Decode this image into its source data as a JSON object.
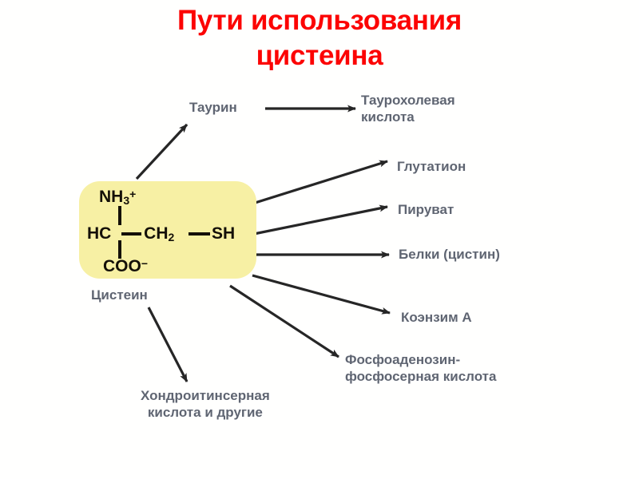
{
  "slide": {
    "background_color": "#ffffff",
    "title": {
      "line1": "Пути использования",
      "line2": "цистеина",
      "color": "#fc0404"
    }
  },
  "diagram": {
    "type": "metabolic-pathway-map",
    "center_node": {
      "name": "cysteine",
      "label": "Цистеин",
      "box_color": "#f7f0a4",
      "label_color": "#5f6572",
      "formula": {
        "amino_group": "NH3+",
        "amino_group_html": "NH<sub>3</sub><sup>+</sup>",
        "backbone_left": "HC",
        "backbone_mid": "CH2",
        "backbone_mid_html": "CH<sub>2</sub>",
        "backbone_right": "SH",
        "carboxyl": "COO−",
        "carboxyl_html": "COO<sup>−</sup>",
        "text_color": "#141008"
      }
    },
    "product_nodes": [
      {
        "id": "taurine",
        "label": "Таурин"
      },
      {
        "id": "taurocholic",
        "label": "Таурохолевая\nкислота"
      },
      {
        "id": "glutathione",
        "label": "Глутатион"
      },
      {
        "id": "pyruvate",
        "label": "Пируват"
      },
      {
        "id": "proteins",
        "label": "Белки (цистин)"
      },
      {
        "id": "coenzyme-a",
        "label": "Коэнзим А"
      },
      {
        "id": "phosphoadenosine",
        "label": "Фосфоаденозин-\nфосфосерная кислота"
      },
      {
        "id": "chondroitin",
        "label": "Хондроитинсерная\nкислота и другие"
      }
    ],
    "arrows": [
      {
        "id": "arrow-cysteine-to-taurine",
        "from": "cysteine",
        "to": "taurine",
        "direction": "up-right"
      },
      {
        "id": "arrow-taurine-to-taurocholic",
        "from": "taurine",
        "to": "taurocholic",
        "direction": "right"
      },
      {
        "id": "arrow-cysteine-to-glutathione",
        "from": "cysteine",
        "to": "glutathione",
        "direction": "up-right"
      },
      {
        "id": "arrow-cysteine-to-pyruvate",
        "from": "cysteine",
        "to": "pyruvate",
        "direction": "up-right"
      },
      {
        "id": "arrow-cysteine-to-proteins",
        "from": "cysteine",
        "to": "proteins",
        "direction": "right"
      },
      {
        "id": "arrow-cysteine-to-coenzyme-a",
        "from": "cysteine",
        "to": "coenzyme-a",
        "direction": "down-right"
      },
      {
        "id": "arrow-cysteine-to-phosphoadenosine",
        "from": "cysteine",
        "to": "phosphoadenosine",
        "direction": "down-right"
      },
      {
        "id": "arrow-cysteine-to-chondroitin",
        "from": "cysteine",
        "to": "chondroitin",
        "direction": "down-left"
      }
    ],
    "arrow_color": "#262626",
    "label_color": "#5f6572"
  }
}
